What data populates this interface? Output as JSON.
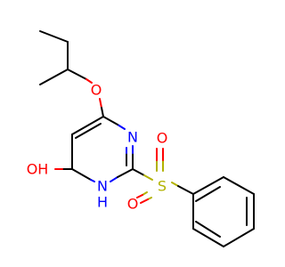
{
  "molecule": {
    "atoms": {
      "oxygen_ether": "O",
      "oxygen_carbonyl": "OH",
      "nitrogen_ring": "N",
      "nitrogen_nh": "N",
      "hydrogen_nh": "H",
      "sulfur": "S",
      "oxygen_sulfonyl_top": "O",
      "oxygen_sulfonyl_bottom": "O"
    },
    "colors": {
      "carbon_bond": "#000000",
      "nitrogen": "#0000ff",
      "oxygen": "#ff0000",
      "sulfur": "#b2b200"
    }
  }
}
